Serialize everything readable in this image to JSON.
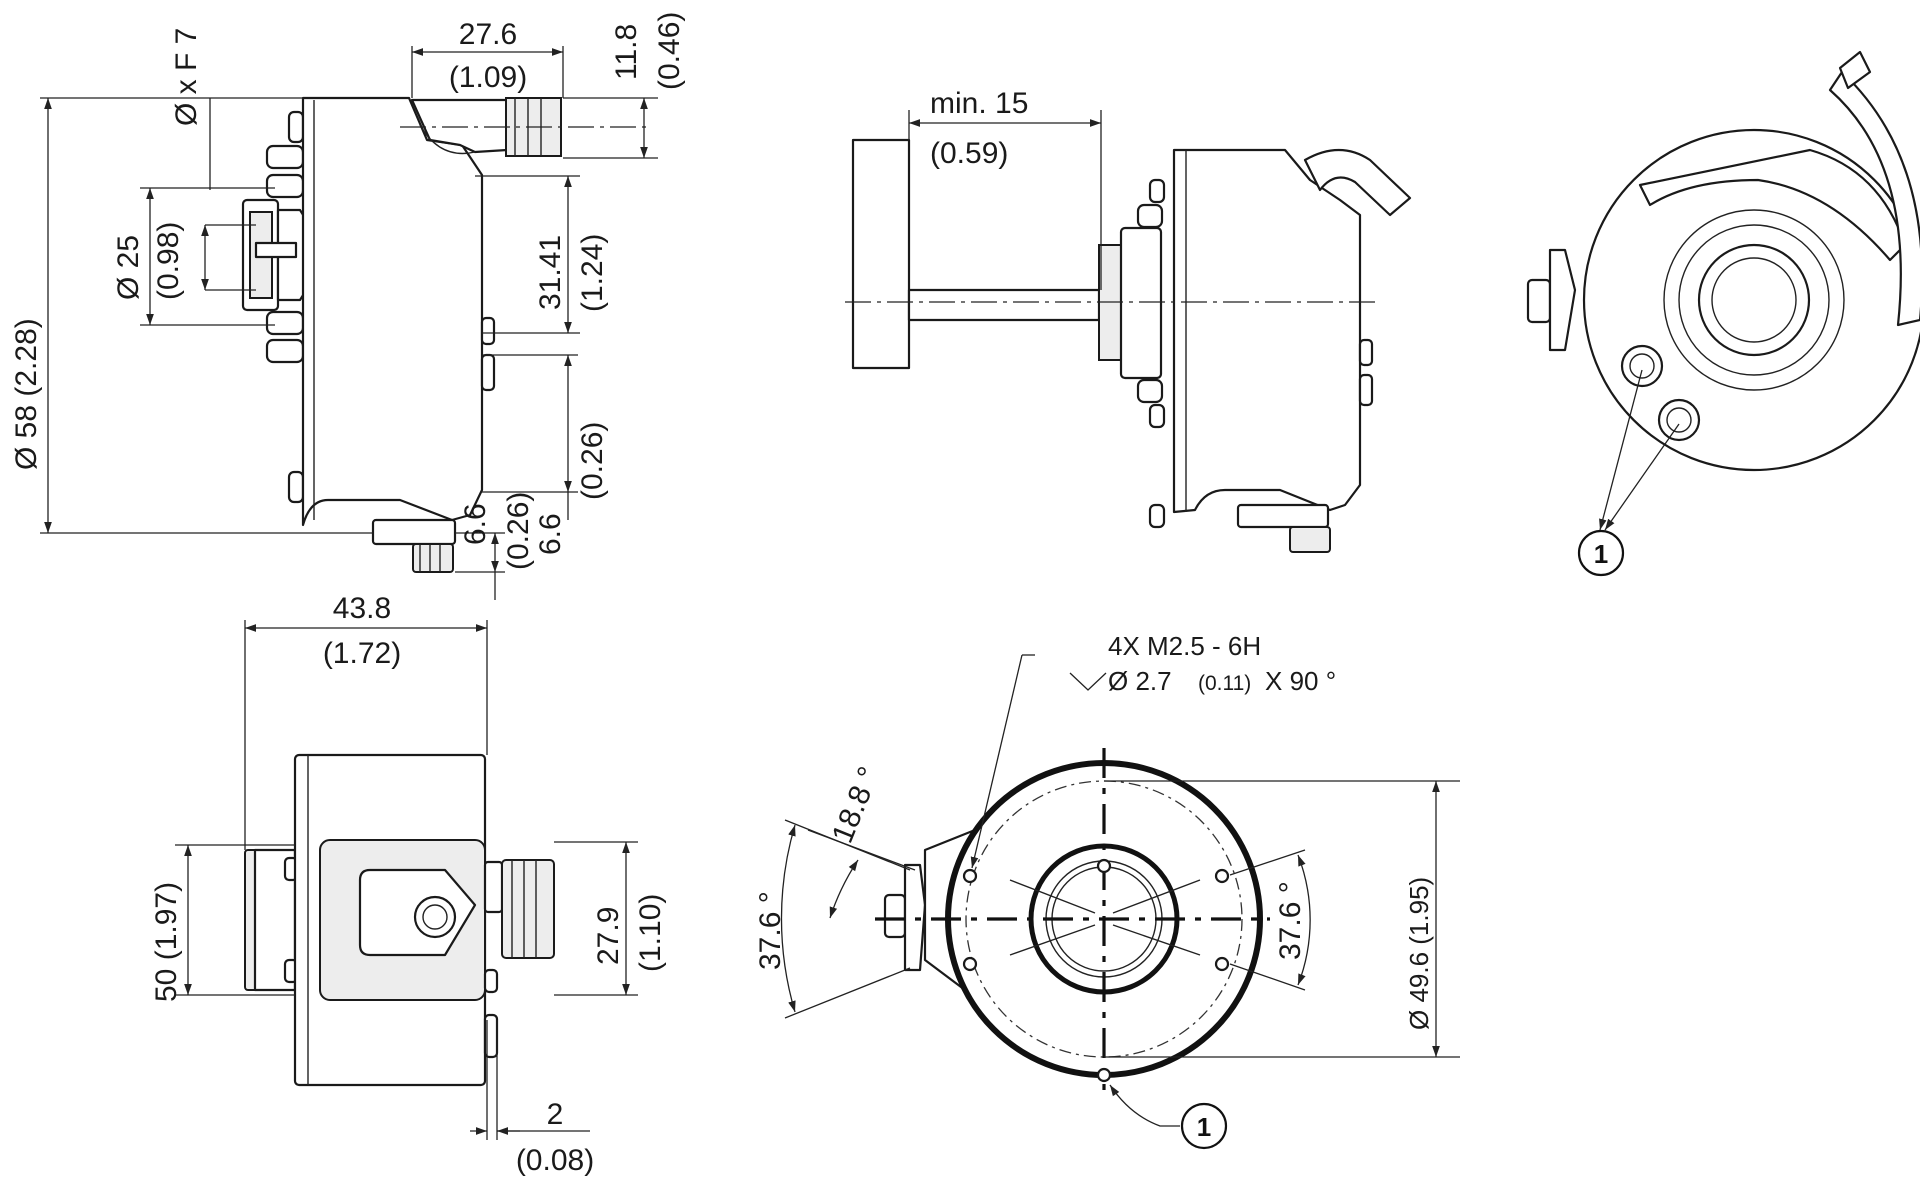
{
  "dimensions": {
    "top_left": {
      "fit_label": "Ø x F 7",
      "width_276": "27.6",
      "width_276_in": "(1.09)",
      "height_118": "11.8",
      "height_118_in": "(0.46)",
      "dia_58": "Ø 58 (2.28)",
      "dia_25": "Ø 25",
      "dia_25_in": "(0.98)",
      "len_3141": "31.41",
      "len_3141_in": "(1.24)",
      "len_66a": "6.6",
      "len_66a_in": "(0.26)",
      "len_66b": "6.6",
      "len_66b_in": "(0.26)"
    },
    "top_middle": {
      "min_label": "min. 15",
      "min_label_in": "(0.59)"
    },
    "bottom_left": {
      "width_438": "43.8",
      "width_438_in": "(1.72)",
      "height_50": "50 (1.97)",
      "height_279": "27.9",
      "height_279_in": "(1.10)",
      "gap_2": "2",
      "gap_2_in": "(0.08)"
    },
    "bottom_right": {
      "thread_spec": "4X M2.5 - 6H",
      "countersink_main": "Ø 2.7",
      "countersink_in": "(0.11)",
      "countersink_angle": "X 90 °",
      "angle_188": "18.8 °",
      "angle_376_left": "37.6 °",
      "angle_376_right": "37.6 °",
      "dia_496": "Ø 49.6 (1.95)"
    }
  },
  "callouts": {
    "top_right_marker": "1",
    "bottom_right_marker": "1"
  }
}
